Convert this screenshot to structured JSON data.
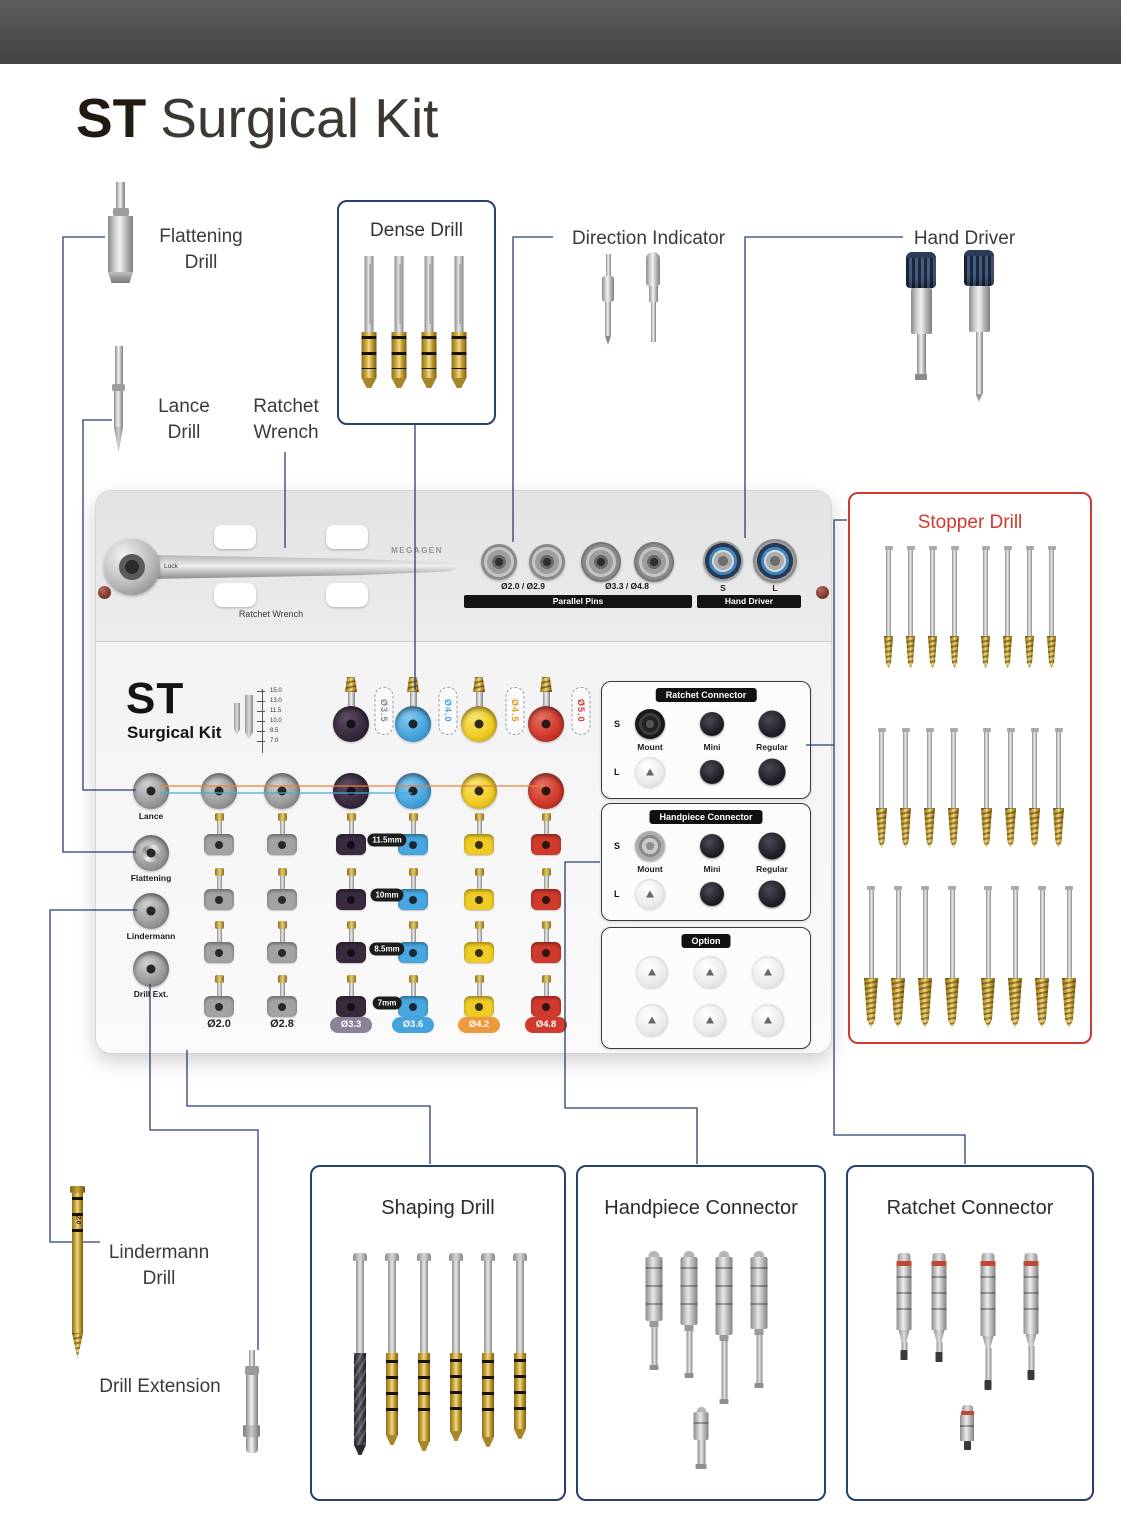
{
  "colors": {
    "accent_navy": "#27406e",
    "accent_red": "#cf3a30",
    "drill_dark": "#3a2b3e",
    "drill_blue": "#48a7e0",
    "drill_yellow": "#f0cd27",
    "drill_red": "#d23a2d",
    "badge_purple": "#8d8399",
    "badge_orange": "#ef9a3a"
  },
  "header": {
    "title_bold": "ST",
    "title_rest": "Surgical Kit"
  },
  "callouts": {
    "flattening_drill": "Flattening Drill",
    "lance_drill": "Lance Drill",
    "ratchet_wrench": "Ratchet Wrench",
    "dense_drill": "Dense Drill",
    "direction_indicator": "Direction Indicator",
    "hand_driver": "Hand Driver",
    "stopper_drill": "Stopper Drill",
    "shaping_drill": "Shaping Drill",
    "handpiece_connector": "Handpiece Connector",
    "ratchet_connector": "Ratchet Connector",
    "lindermann_drill": "Lindermann Drill",
    "drill_extension": "Drill Extension",
    "lindermann_code": "2.0"
  },
  "tray": {
    "brand": "MEGAGEN",
    "wrench_lock": "Lock",
    "wrench_caption": "Ratchet Wrench",
    "parallel_pins": {
      "title": "Parallel Pins",
      "left_sizes": "Ø2.0 / Ø2.9",
      "right_sizes": "Ø3.3 / Ø4.8"
    },
    "hand_driver": {
      "title": "Hand Driver",
      "s": "S",
      "l": "L"
    },
    "logo_top": "ST",
    "logo_bottom": "Surgical Kit",
    "depth_marks": [
      "15.0",
      "13.0",
      "11.5",
      "10.0",
      "8.5",
      "7.0"
    ],
    "top_diameters": [
      "Ø3.5",
      "Ø4.0",
      "Ø4.5",
      "Ø5.0"
    ],
    "slot_labels": [
      "Lance",
      "Flattening",
      "Lindermann",
      "Drill Ext."
    ],
    "row_depths": [
      "11.5mm",
      "10mm",
      "8.5mm",
      "7mm"
    ],
    "column_labels": [
      "Ø2.0",
      "Ø2.8",
      "Ø3.3",
      "Ø3.6",
      "Ø4.2",
      "Ø4.8"
    ],
    "ratchet_connector": {
      "title": "Ratchet Connector",
      "s": "S",
      "l": "L",
      "mount": "Mount",
      "mini": "Mini",
      "regular": "Regular"
    },
    "handpiece_connector": {
      "title": "Handpiece Connector",
      "s": "S",
      "l": "L",
      "mount": "Mount",
      "mini": "Mini",
      "regular": "Regular"
    },
    "option_title": "Option"
  }
}
